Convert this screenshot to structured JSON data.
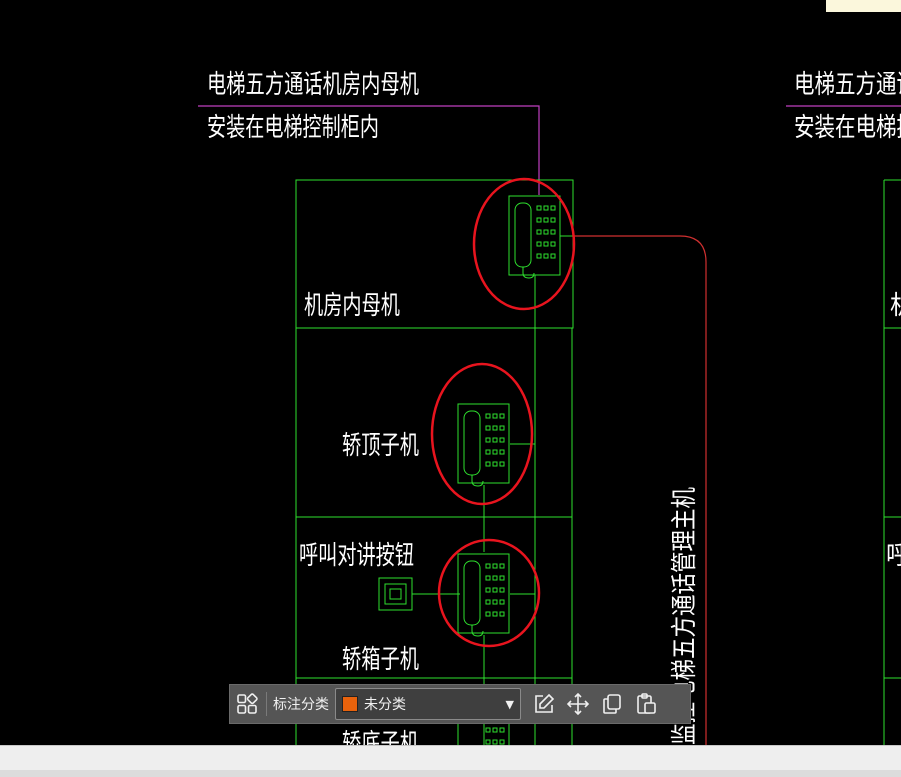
{
  "diagram": {
    "title_line1": "电梯五方通话机房内母机",
    "title_line2": "安装在电梯控制柜内",
    "right_title_line1": "电梯五方通话",
    "right_title_line2": "安装在电梯控",
    "room_unit_label": "机房内母机",
    "car_top_label": "轿顶子机",
    "call_button_label": "呼叫对讲按钮",
    "car_unit_label": "轿箱子机",
    "pit_label": "轿底子机",
    "main_unit_label": "监控电梯五方通话管理主机",
    "right_partial_1": "机",
    "right_partial_2": "呼",
    "colors": {
      "line_green": "#2ee02e",
      "wire_magenta": "#c040c0",
      "wire_red": "#d03030",
      "highlight_red": "#e8141e",
      "text_white": "#ffffff"
    }
  },
  "toolbar": {
    "grid_icon": "grid-icon",
    "category_label": "标注分类",
    "category_value": "未分类",
    "category_color": "#e8620c",
    "edit_icon": "edit-icon",
    "move_icon": "move-icon",
    "copy_icon": "copy-icon",
    "paste_icon": "paste-icon"
  }
}
